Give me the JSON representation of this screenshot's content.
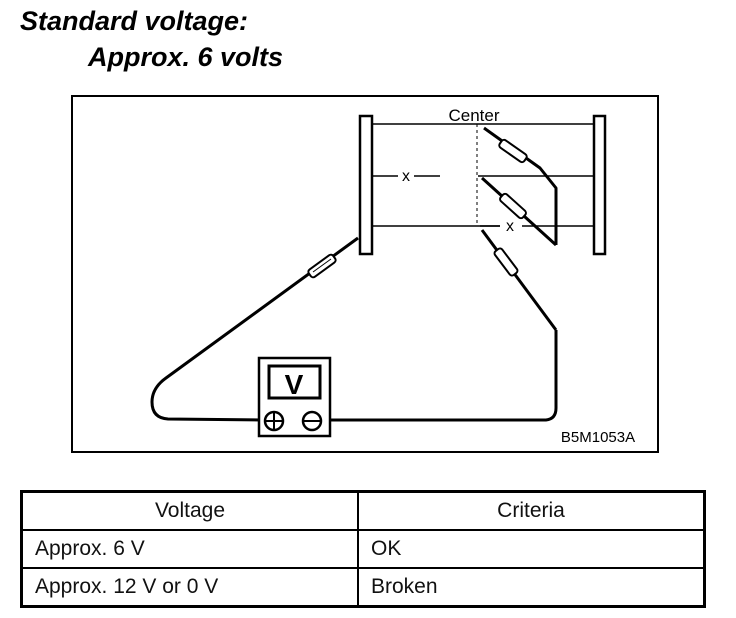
{
  "heading": {
    "line1": "Standard voltage:",
    "line2": "Approx. 6 volts"
  },
  "diagram": {
    "center_label": "Center",
    "meter_label": "V",
    "open_marks": [
      "x",
      "x"
    ],
    "figure_code": "B5M1053A",
    "icons": [
      "voltmeter-icon",
      "plus-terminal-icon",
      "minus-terminal-icon",
      "probe-icon"
    ]
  },
  "table": {
    "headers": [
      "Voltage",
      "Criteria"
    ],
    "rows": [
      [
        "Approx. 6 V",
        "OK"
      ],
      [
        "Approx. 12 V or 0 V",
        "Broken"
      ]
    ]
  }
}
